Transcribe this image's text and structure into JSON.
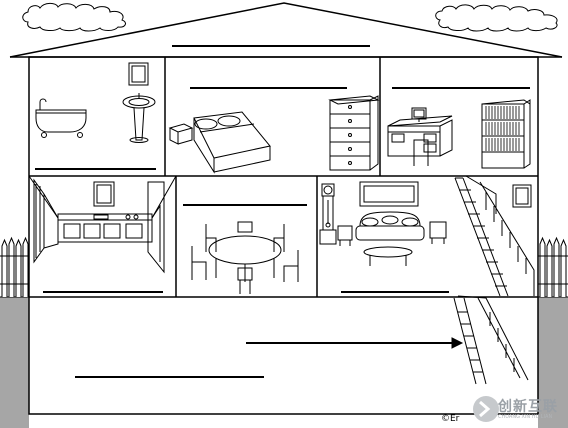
{
  "credit": "©Er",
  "watermark": {
    "text": "创新互联",
    "sub": "CHUANG XIN HU LIAN"
  },
  "rooms": [
    "bathroom",
    "bedroom",
    "study",
    "kitchen",
    "dining-room",
    "living-room",
    "basement"
  ],
  "colors": {
    "line": "#000000",
    "ground": "#a6a6a6",
    "background": "#ffffff",
    "watermark": "#9aa0a6"
  }
}
